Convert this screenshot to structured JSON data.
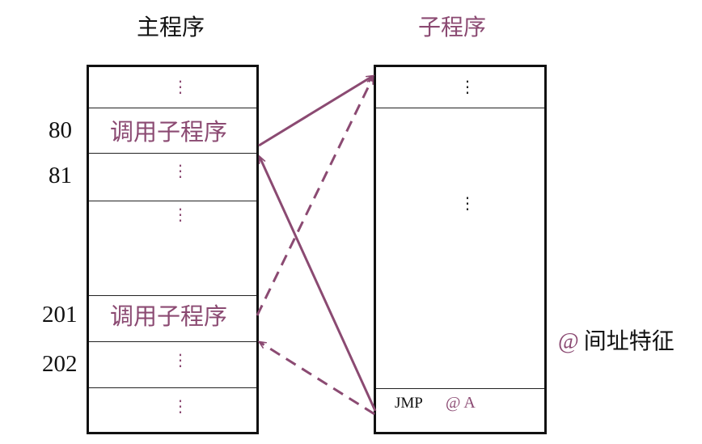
{
  "titles": {
    "main": "主程序",
    "sub": "子程序"
  },
  "main_program": {
    "ellipsis": "⋮",
    "call_label_1": "调用子程序",
    "call_label_2": "调用子程序",
    "addresses": [
      "80",
      "81",
      "201",
      "202"
    ]
  },
  "sub_program": {
    "ellipsis": "⋮",
    "jmp_instruction": "JMP",
    "jmp_operand": "@ A"
  },
  "note": {
    "symbol": "@",
    "text": "间址特征"
  },
  "colors": {
    "accent": "#8b4a72",
    "line": "#111111"
  }
}
